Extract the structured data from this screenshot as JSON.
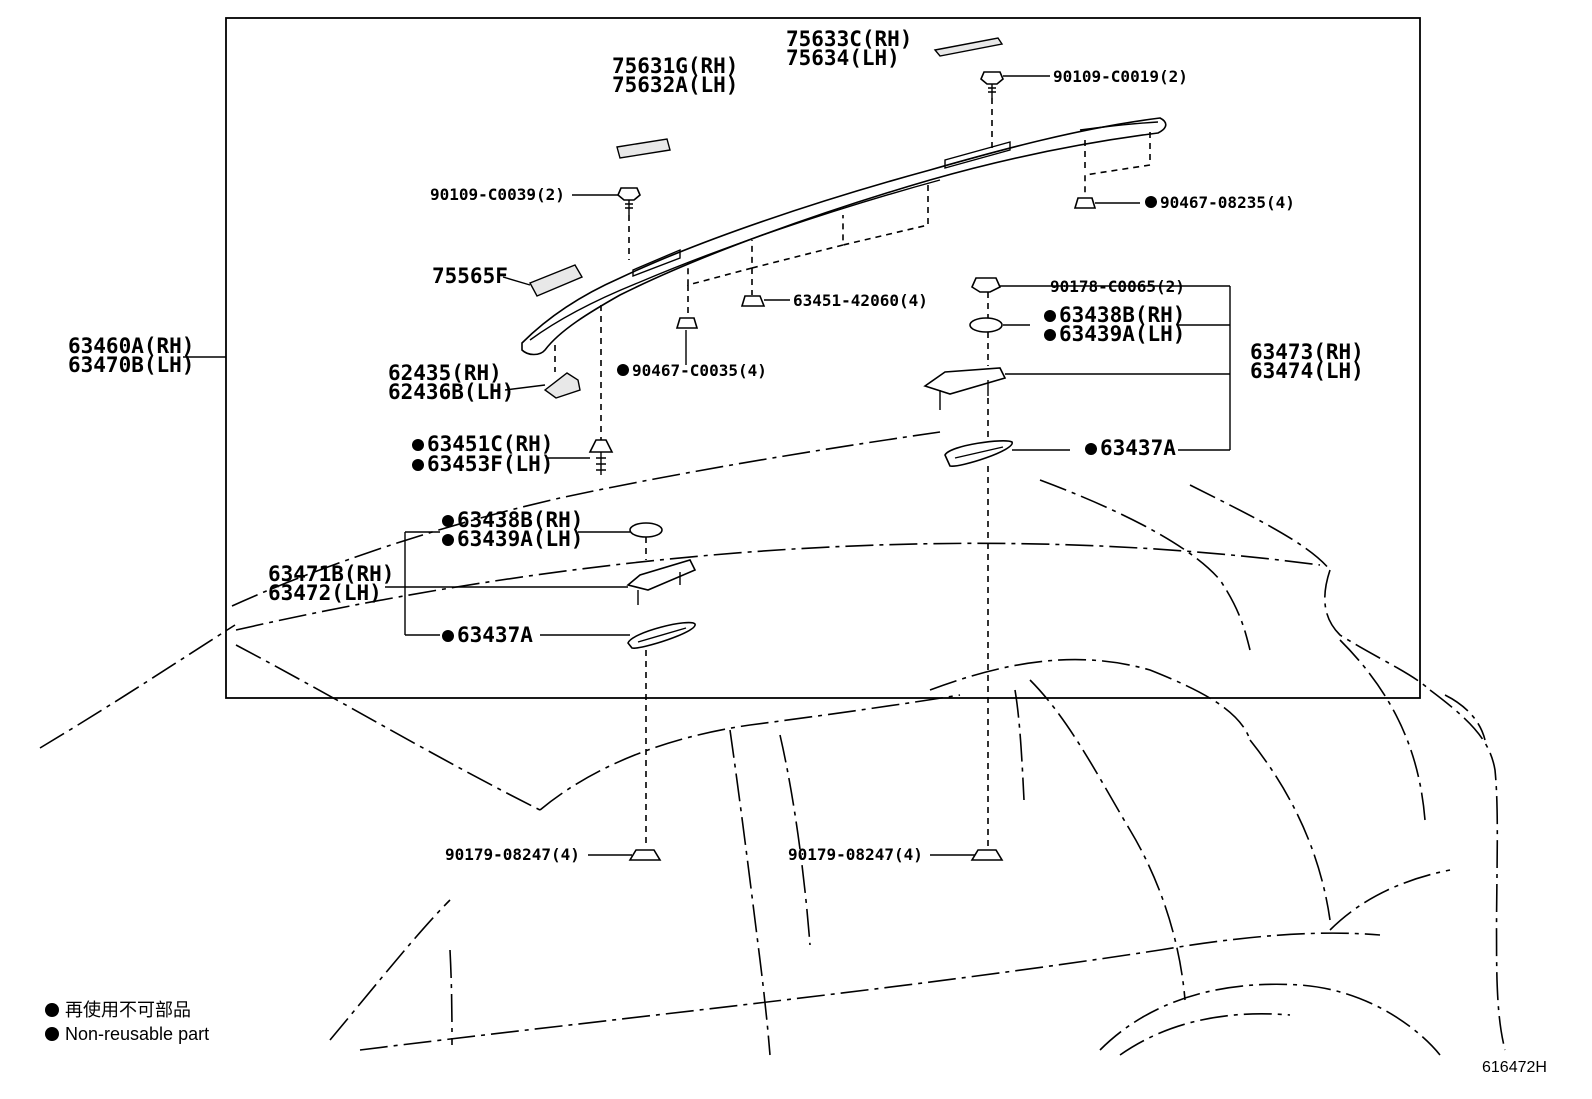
{
  "labels": {
    "p75633": [
      "75633C(RH)",
      "75634(LH)"
    ],
    "p75631": [
      "75631G(RH)",
      "75632A(LH)"
    ],
    "p90109_c0019": "90109-C0019(2)",
    "p90109_c0039": "90109-C0039(2)",
    "p90467_08235": "90467-08235(4)",
    "p75565": "75565F",
    "p90178": "90178-C0065(2)",
    "p63451_42060": "63451-42060(4)",
    "p63438_r": [
      "63438B(RH)",
      "63439A(LH)"
    ],
    "p63460": [
      "63460A(RH)",
      "63470B(LH)"
    ],
    "p63473": [
      "63473(RH)",
      "63474(LH)"
    ],
    "p90467_c0035": "90467-C0035(4)",
    "p62435": [
      "62435(RH)",
      "62436B(LH)"
    ],
    "p63437_r": "63437A",
    "p63451c": [
      "63451C(RH)",
      "63453F(LH)"
    ],
    "p63438_f": [
      "63438B(RH)",
      "63439A(LH)"
    ],
    "p63471": [
      "63471B(RH)",
      "63472(LH)"
    ],
    "p63437_f": "63437A",
    "p90179_a": "90179-08247(4)",
    "p90179_b": "90179-08247(4)"
  },
  "legend": {
    "line1": "再使用不可部品",
    "line2": "Non-reusable part"
  },
  "diagram_code": "616472H"
}
